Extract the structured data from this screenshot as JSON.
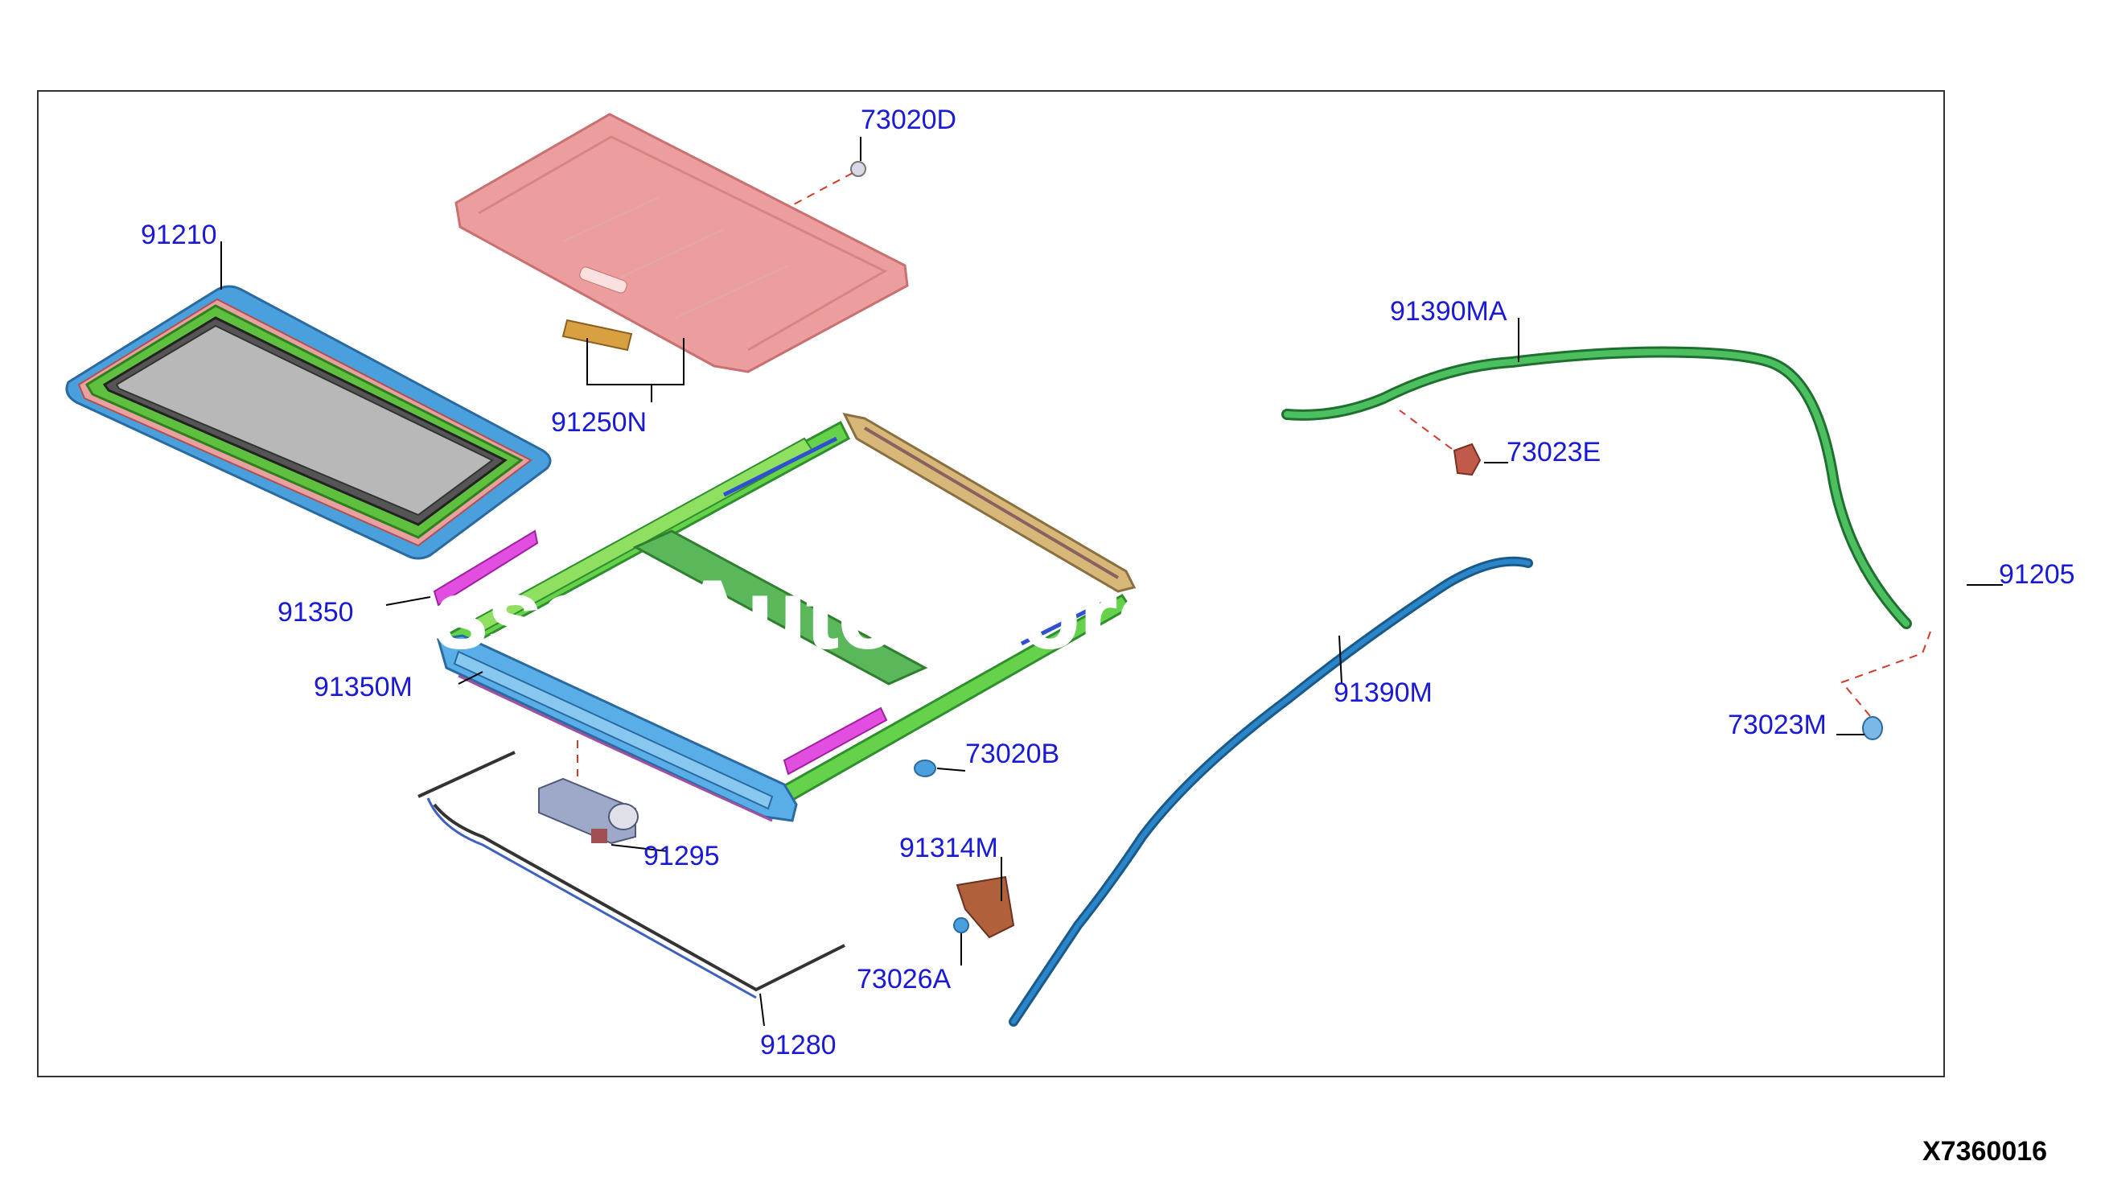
{
  "drawing_id": "X7360016",
  "watermark": "Nissan Auto Store",
  "colors": {
    "label": "#1a1ad6",
    "sunshade": "#ec9e9e",
    "glass_frame": "#4aa0dd",
    "seal_green": "#5fbf3f",
    "frame_green": "#66d14a",
    "frame_blue": "#5aaee8",
    "rail_tan": "#d8b878",
    "drain_green": "#2ea043",
    "drain_blue": "#2a86c8",
    "wind_deflector": "#e14ee0",
    "fastener_red": "#d23a2a"
  },
  "parts": [
    {
      "id": "p-91210",
      "label": "91210"
    },
    {
      "id": "p-73020D",
      "label": "73020D"
    },
    {
      "id": "p-91250N",
      "label": "91250N"
    },
    {
      "id": "p-91350",
      "label": "91350"
    },
    {
      "id": "p-91350M",
      "label": "91350M"
    },
    {
      "id": "p-91295",
      "label": "91295"
    },
    {
      "id": "p-91280",
      "label": "91280"
    },
    {
      "id": "p-73020B",
      "label": "73020B"
    },
    {
      "id": "p-91314M",
      "label": "91314M"
    },
    {
      "id": "p-73026A",
      "label": "73026A"
    },
    {
      "id": "p-91390MA",
      "label": "91390MA"
    },
    {
      "id": "p-73023E",
      "label": "73023E"
    },
    {
      "id": "p-91390M",
      "label": "91390M"
    },
    {
      "id": "p-91205",
      "label": "91205"
    },
    {
      "id": "p-73023M",
      "label": "73023M"
    }
  ]
}
